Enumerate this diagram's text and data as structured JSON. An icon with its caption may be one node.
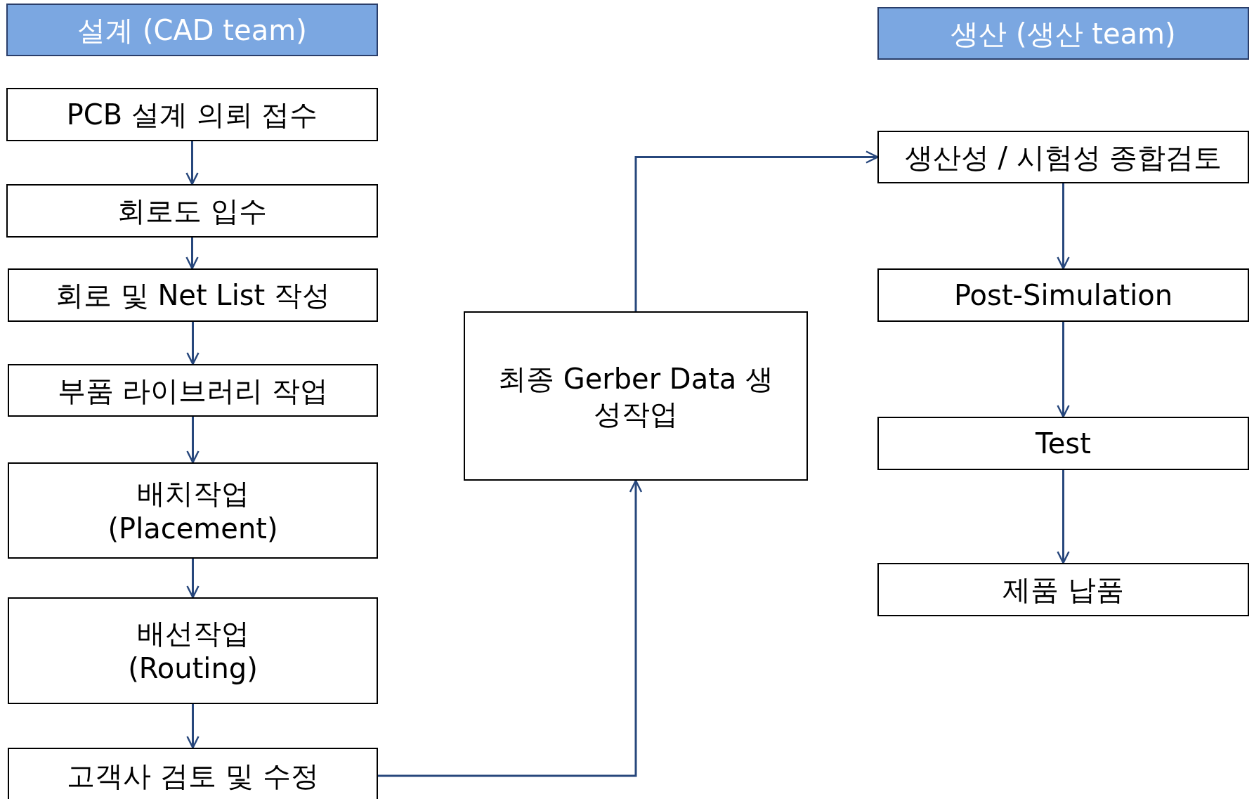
{
  "diagram": {
    "nodes": [
      {
        "text": [
          "설계 (CAD team)"
        ]
      },
      {
        "text": [
          "PCB 설계 의뢰 접수"
        ]
      },
      {
        "text": [
          "회로도 입수"
        ]
      },
      {
        "text": [
          "회로 및 Net List 작성"
        ]
      },
      {
        "text": [
          "부품 라이브러리 작업"
        ]
      },
      {
        "text": [
          "배치작업 (Placement)"
        ]
      },
      {
        "text": [
          "배선작업 (Routing)"
        ]
      },
      {
        "text": [
          "고객사 검토 및 수정"
        ]
      },
      {
        "text": [
          "최종 Gerber Data 생성작업"
        ]
      },
      {
        "text": [
          "생산 (생산 team)"
        ]
      },
      {
        "text": [
          "생산성 / 시험성 종합검토"
        ]
      },
      {
        "text": [
          "Post-Simulation"
        ]
      },
      {
        "text": [
          "Test"
        ]
      },
      {
        "text": [
          "제품 납품"
        ]
      }
    ],
    "edges": [
      {
        "from": 1,
        "to": 2,
        "arrow": "to"
      },
      {
        "from": 2,
        "to": 3,
        "arrow": "to"
      },
      {
        "from": 3,
        "to": 4,
        "arrow": "to"
      },
      {
        "from": 4,
        "to": 5,
        "arrow": "to"
      },
      {
        "from": 5,
        "to": 6,
        "arrow": "to"
      },
      {
        "from": 6,
        "to": 7,
        "arrow": "to"
      },
      {
        "from": 7,
        "to": 8,
        "arrow": "to"
      },
      {
        "from": 8,
        "to": 10,
        "arrow": "to"
      },
      {
        "from": 10,
        "to": 11,
        "arrow": "to"
      },
      {
        "from": 11,
        "to": 12,
        "arrow": "to"
      },
      {
        "from": 12,
        "to": 13,
        "arrow": "to"
      }
    ]
  }
}
